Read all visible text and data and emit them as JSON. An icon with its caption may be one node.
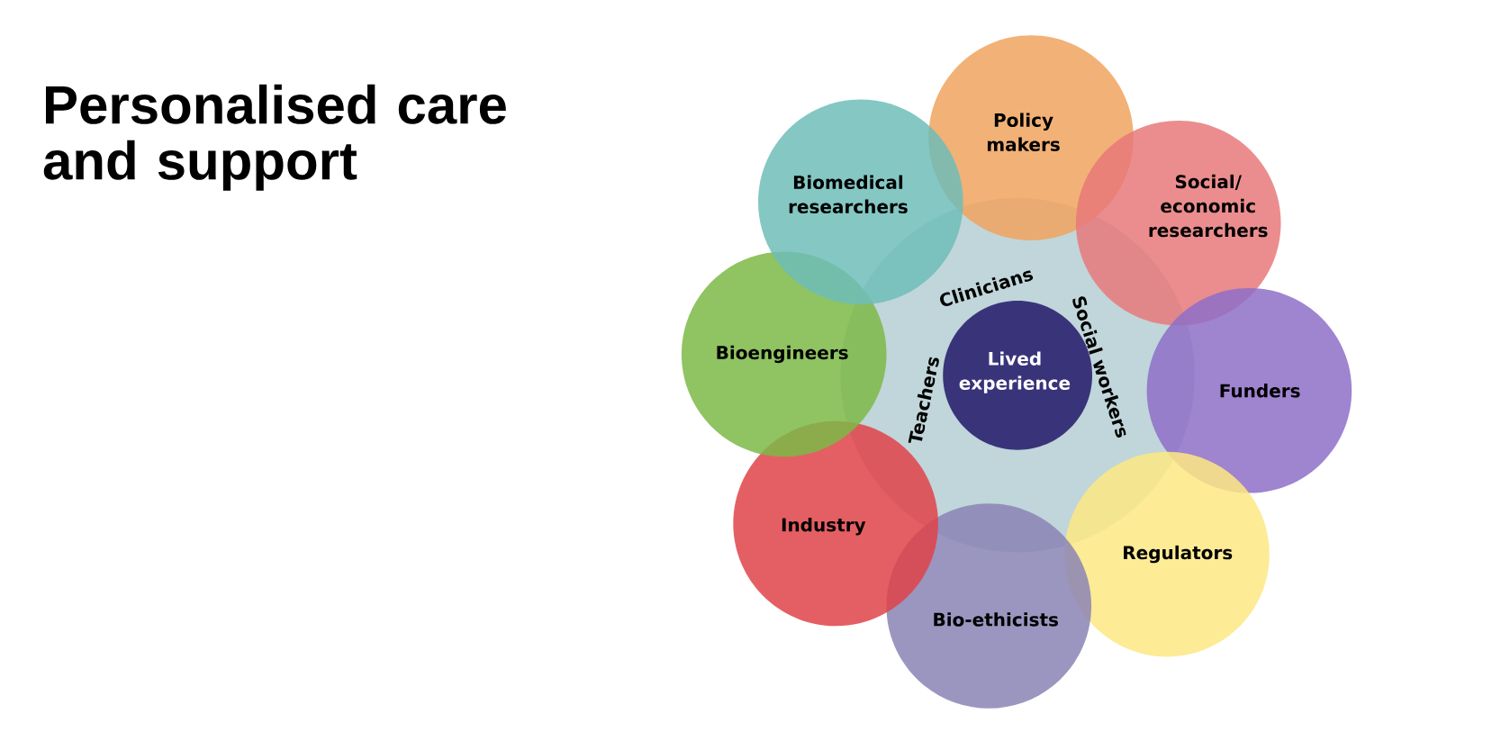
{
  "diagram": {
    "title": "Personalised care and support",
    "nodes": [
      {
        "text": [
          "Clinicians",
          "Social workers",
          "Teachers"
        ]
      },
      {
        "text": [
          "Lived experience"
        ],
        "in": 0
      },
      {
        "text": [
          "Policy makers"
        ]
      },
      {
        "text": [
          "Social/ economic researchers"
        ]
      },
      {
        "text": [
          "Funders"
        ]
      },
      {
        "text": [
          "Regulators"
        ]
      },
      {
        "text": [
          "Bio-ethicists"
        ]
      },
      {
        "text": [
          "Industry"
        ]
      },
      {
        "text": [
          "Bioengineers"
        ]
      },
      {
        "text": [
          "Biomedical researchers"
        ]
      }
    ],
    "edges": []
  }
}
